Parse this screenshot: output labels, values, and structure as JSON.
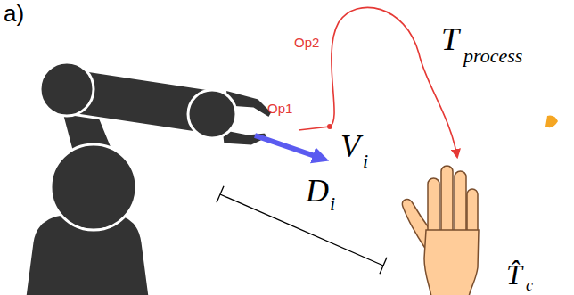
{
  "diagram": {
    "labels": [
      "a)",
      "Op1",
      "Op2",
      "T",
      "process",
      "V",
      "i",
      "D",
      "i",
      "T̂",
      "c"
    ]
  }
}
